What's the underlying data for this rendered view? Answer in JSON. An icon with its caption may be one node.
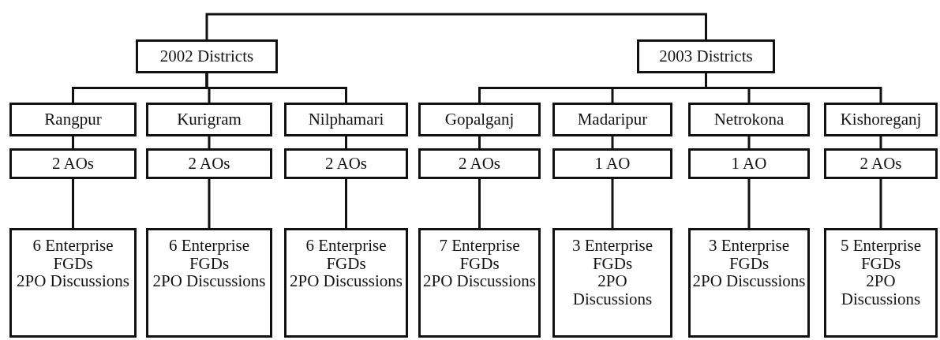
{
  "diagram": {
    "nodes": [
      {
        "text": [
          "2002 Districts"
        ]
      },
      {
        "text": [
          "2003 Districts"
        ]
      },
      {
        "text": [
          "Rangpur"
        ]
      },
      {
        "text": [
          "Kurigram"
        ]
      },
      {
        "text": [
          "Nilphamari"
        ]
      },
      {
        "text": [
          "Gopalganj"
        ]
      },
      {
        "text": [
          "Madaripur"
        ]
      },
      {
        "text": [
          "Netrokona"
        ]
      },
      {
        "text": [
          "Kishoreganj"
        ]
      },
      {
        "text": [
          "2 AOs"
        ]
      },
      {
        "text": [
          "2 AOs"
        ]
      },
      {
        "text": [
          "2 AOs"
        ]
      },
      {
        "text": [
          "2 AOs"
        ]
      },
      {
        "text": [
          "1 AO"
        ]
      },
      {
        "text": [
          "1 AO"
        ]
      },
      {
        "text": [
          "2 AOs"
        ]
      },
      {
        "text": [
          "6 Enterprise FGDs",
          "2PO Discussions"
        ]
      },
      {
        "text": [
          "6 Enterprise FGDs",
          "2PO Discussions"
        ]
      },
      {
        "text": [
          "6 Enterprise FGDs",
          "2PO Discussions"
        ]
      },
      {
        "text": [
          "7 Enterprise FGDs",
          "2PO Discussions"
        ]
      },
      {
        "text": [
          "3 Enterprise FGDs",
          "2PO Discussions"
        ]
      },
      {
        "text": [
          "3 Enterprise FGDs",
          "2PO Discussions"
        ]
      },
      {
        "text": [
          "5 Enterprise FGDs",
          "2PO Discussions"
        ]
      }
    ],
    "edges": [
      {
        "from": 0,
        "to": 1,
        "arrow": "none"
      },
      {
        "from": 0,
        "to": 2,
        "arrow": "none"
      },
      {
        "from": 0,
        "to": 3,
        "arrow": "none"
      },
      {
        "from": 0,
        "to": 4,
        "arrow": "none"
      },
      {
        "from": 1,
        "to": 5,
        "arrow": "none"
      },
      {
        "from": 1,
        "to": 6,
        "arrow": "none"
      },
      {
        "from": 1,
        "to": 7,
        "arrow": "none"
      },
      {
        "from": 1,
        "to": 8,
        "arrow": "none"
      },
      {
        "from": 2,
        "to": 9,
        "arrow": "none"
      },
      {
        "from": 3,
        "to": 10,
        "arrow": "none"
      },
      {
        "from": 4,
        "to": 11,
        "arrow": "none"
      },
      {
        "from": 5,
        "to": 12,
        "arrow": "none"
      },
      {
        "from": 6,
        "to": 13,
        "arrow": "none"
      },
      {
        "from": 7,
        "to": 14,
        "arrow": "none"
      },
      {
        "from": 8,
        "to": 15,
        "arrow": "none"
      },
      {
        "from": 9,
        "to": 16,
        "arrow": "none"
      },
      {
        "from": 10,
        "to": 17,
        "arrow": "none"
      },
      {
        "from": 11,
        "to": 18,
        "arrow": "none"
      },
      {
        "from": 12,
        "to": 19,
        "arrow": "none"
      },
      {
        "from": 13,
        "to": 20,
        "arrow": "none"
      },
      {
        "from": 14,
        "to": 21,
        "arrow": "none"
      },
      {
        "from": 15,
        "to": 22,
        "arrow": "none"
      }
    ]
  }
}
